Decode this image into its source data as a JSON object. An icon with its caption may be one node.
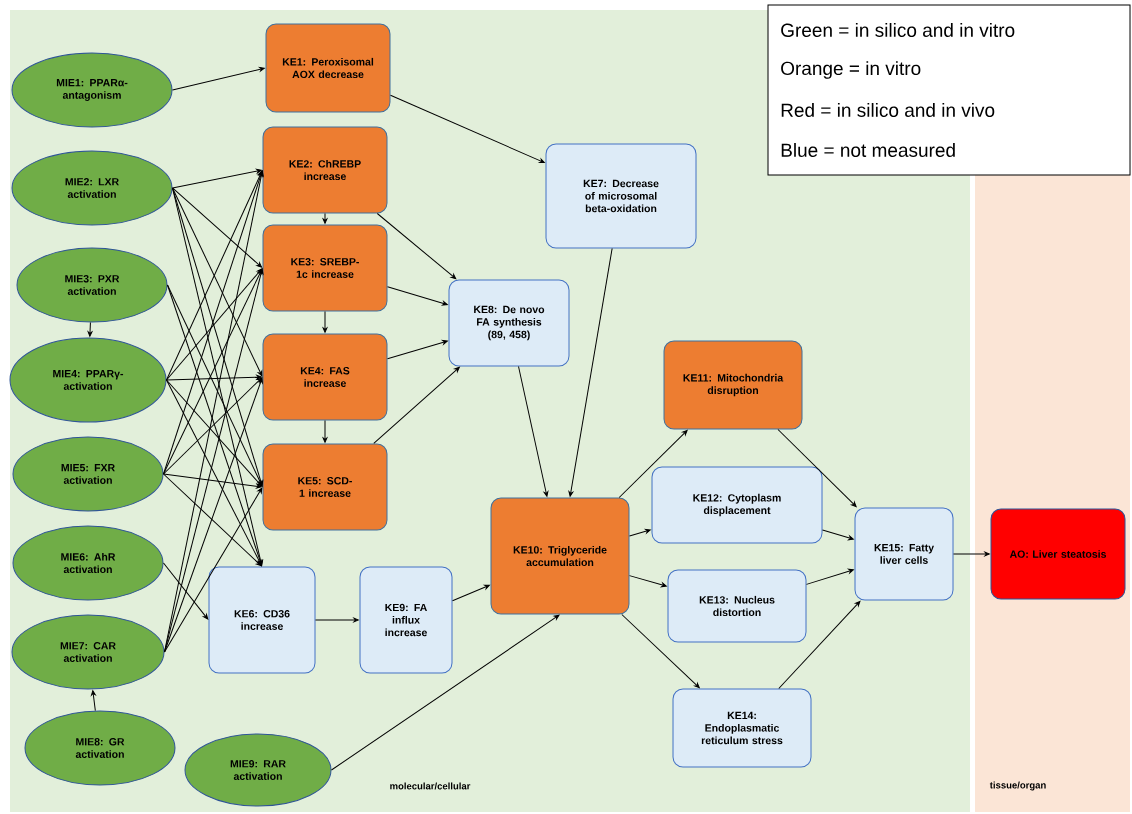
{
  "diagram": {
    "nodes": [
      {
        "text": [
          "MIE1: PPARα-antagonism"
        ]
      },
      {
        "text": [
          "MIE2: LXR activation"
        ]
      },
      {
        "text": [
          "MIE3: PXR activation"
        ]
      },
      {
        "text": [
          "MIE4: PPARγ-activation"
        ]
      },
      {
        "text": [
          "MIE5: FXR activation"
        ]
      },
      {
        "text": [
          "MIE6: AhR activation"
        ]
      },
      {
        "text": [
          "MIE7: CAR activation"
        ]
      },
      {
        "text": [
          "MIE8: GR activation"
        ]
      },
      {
        "text": [
          "MIE9: RAR activation"
        ]
      },
      {
        "text": [
          "KE1: Peroxisomal AOX decrease"
        ]
      },
      {
        "text": [
          "KE2: ChREBP increase"
        ]
      },
      {
        "text": [
          "KE3: SREBP-1c increase"
        ]
      },
      {
        "text": [
          "KE4: FAS increase"
        ]
      },
      {
        "text": [
          "KE5: SCD-1 increase"
        ]
      },
      {
        "text": [
          "KE6: CD36 increase"
        ]
      },
      {
        "text": [
          "KE7: Decrease of microsomal beta-oxidation"
        ]
      },
      {
        "text": [
          "KE8: De novo FA synthesis (89, 458)"
        ]
      },
      {
        "text": [
          "KE9: FA influx increase"
        ]
      },
      {
        "text": [
          "KE10: Triglyceride accumulation"
        ]
      },
      {
        "text": [
          "KE11: Mitochondria disruption"
        ]
      },
      {
        "text": [
          "KE12: Cytoplasm displacement"
        ]
      },
      {
        "text": [
          "KE13: Nucleus distortion"
        ]
      },
      {
        "text": [
          "KE14: Endoplasmatic reticulum stress"
        ]
      },
      {
        "text": [
          "KE15: Fatty liver cells"
        ]
      },
      {
        "text": [
          "AO: Liver steatosis"
        ]
      }
    ],
    "edges": [
      {
        "from": 0,
        "to": 9,
        "arrow": "to"
      },
      {
        "from": 9,
        "to": 15,
        "arrow": "to"
      },
      {
        "from": 1,
        "to": 10,
        "arrow": "to"
      },
      {
        "from": 1,
        "to": 11,
        "arrow": "to"
      },
      {
        "from": 1,
        "to": 12,
        "arrow": "to"
      },
      {
        "from": 1,
        "to": 13,
        "arrow": "to"
      },
      {
        "from": 1,
        "to": 14,
        "arrow": "to"
      },
      {
        "from": 2,
        "to": 3,
        "arrow": "to"
      },
      {
        "from": 2,
        "to": 13,
        "arrow": "to"
      },
      {
        "from": 2,
        "to": 14,
        "arrow": "to"
      },
      {
        "from": 3,
        "to": 10,
        "arrow": "to"
      },
      {
        "from": 3,
        "to": 11,
        "arrow": "to"
      },
      {
        "from": 3,
        "to": 12,
        "arrow": "to"
      },
      {
        "from": 3,
        "to": 13,
        "arrow": "to"
      },
      {
        "from": 3,
        "to": 14,
        "arrow": "to"
      },
      {
        "from": 4,
        "to": 10,
        "arrow": "to"
      },
      {
        "from": 4,
        "to": 11,
        "arrow": "to"
      },
      {
        "from": 4,
        "to": 12,
        "arrow": "to"
      },
      {
        "from": 4,
        "to": 13,
        "arrow": "to"
      },
      {
        "from": 4,
        "to": 14,
        "arrow": "to"
      },
      {
        "from": 5,
        "to": 14,
        "arrow": "to"
      },
      {
        "from": 6,
        "to": 10,
        "arrow": "to"
      },
      {
        "from": 6,
        "to": 11,
        "arrow": "to"
      },
      {
        "from": 6,
        "to": 12,
        "arrow": "to"
      },
      {
        "from": 6,
        "to": 13,
        "arrow": "to"
      },
      {
        "from": 7,
        "to": 6,
        "arrow": "to"
      },
      {
        "from": 10,
        "to": 11,
        "arrow": "to"
      },
      {
        "from": 11,
        "to": 12,
        "arrow": "to"
      },
      {
        "from": 12,
        "to": 13,
        "arrow": "to"
      },
      {
        "from": 10,
        "to": 16,
        "arrow": "to"
      },
      {
        "from": 11,
        "to": 16,
        "arrow": "to"
      },
      {
        "from": 12,
        "to": 16,
        "arrow": "to"
      },
      {
        "from": 13,
        "to": 16,
        "arrow": "to"
      },
      {
        "from": 14,
        "to": 17,
        "arrow": "to"
      },
      {
        "from": 17,
        "to": 18,
        "arrow": "to"
      },
      {
        "from": 16,
        "to": 18,
        "arrow": "to"
      },
      {
        "from": 15,
        "to": 18,
        "arrow": "to"
      },
      {
        "from": 8,
        "to": 18,
        "arrow": "to"
      },
      {
        "from": 18,
        "to": 19,
        "arrow": "to"
      },
      {
        "from": 18,
        "to": 20,
        "arrow": "to"
      },
      {
        "from": 18,
        "to": 21,
        "arrow": "to"
      },
      {
        "from": 18,
        "to": 22,
        "arrow": "to"
      },
      {
        "from": 19,
        "to": 23,
        "arrow": "to"
      },
      {
        "from": 20,
        "to": 23,
        "arrow": "to"
      },
      {
        "from": 21,
        "to": 23,
        "arrow": "to"
      },
      {
        "from": 22,
        "to": 23,
        "arrow": "to"
      },
      {
        "from": 23,
        "to": 24,
        "arrow": "to"
      }
    ],
    "labels": [
      "Green = in silico and in vitro",
      "Orange = in vitro",
      "Red = in silico and in vivo",
      "Blue = not measured",
      "molecular/cellular",
      "tissue/organ"
    ]
  }
}
